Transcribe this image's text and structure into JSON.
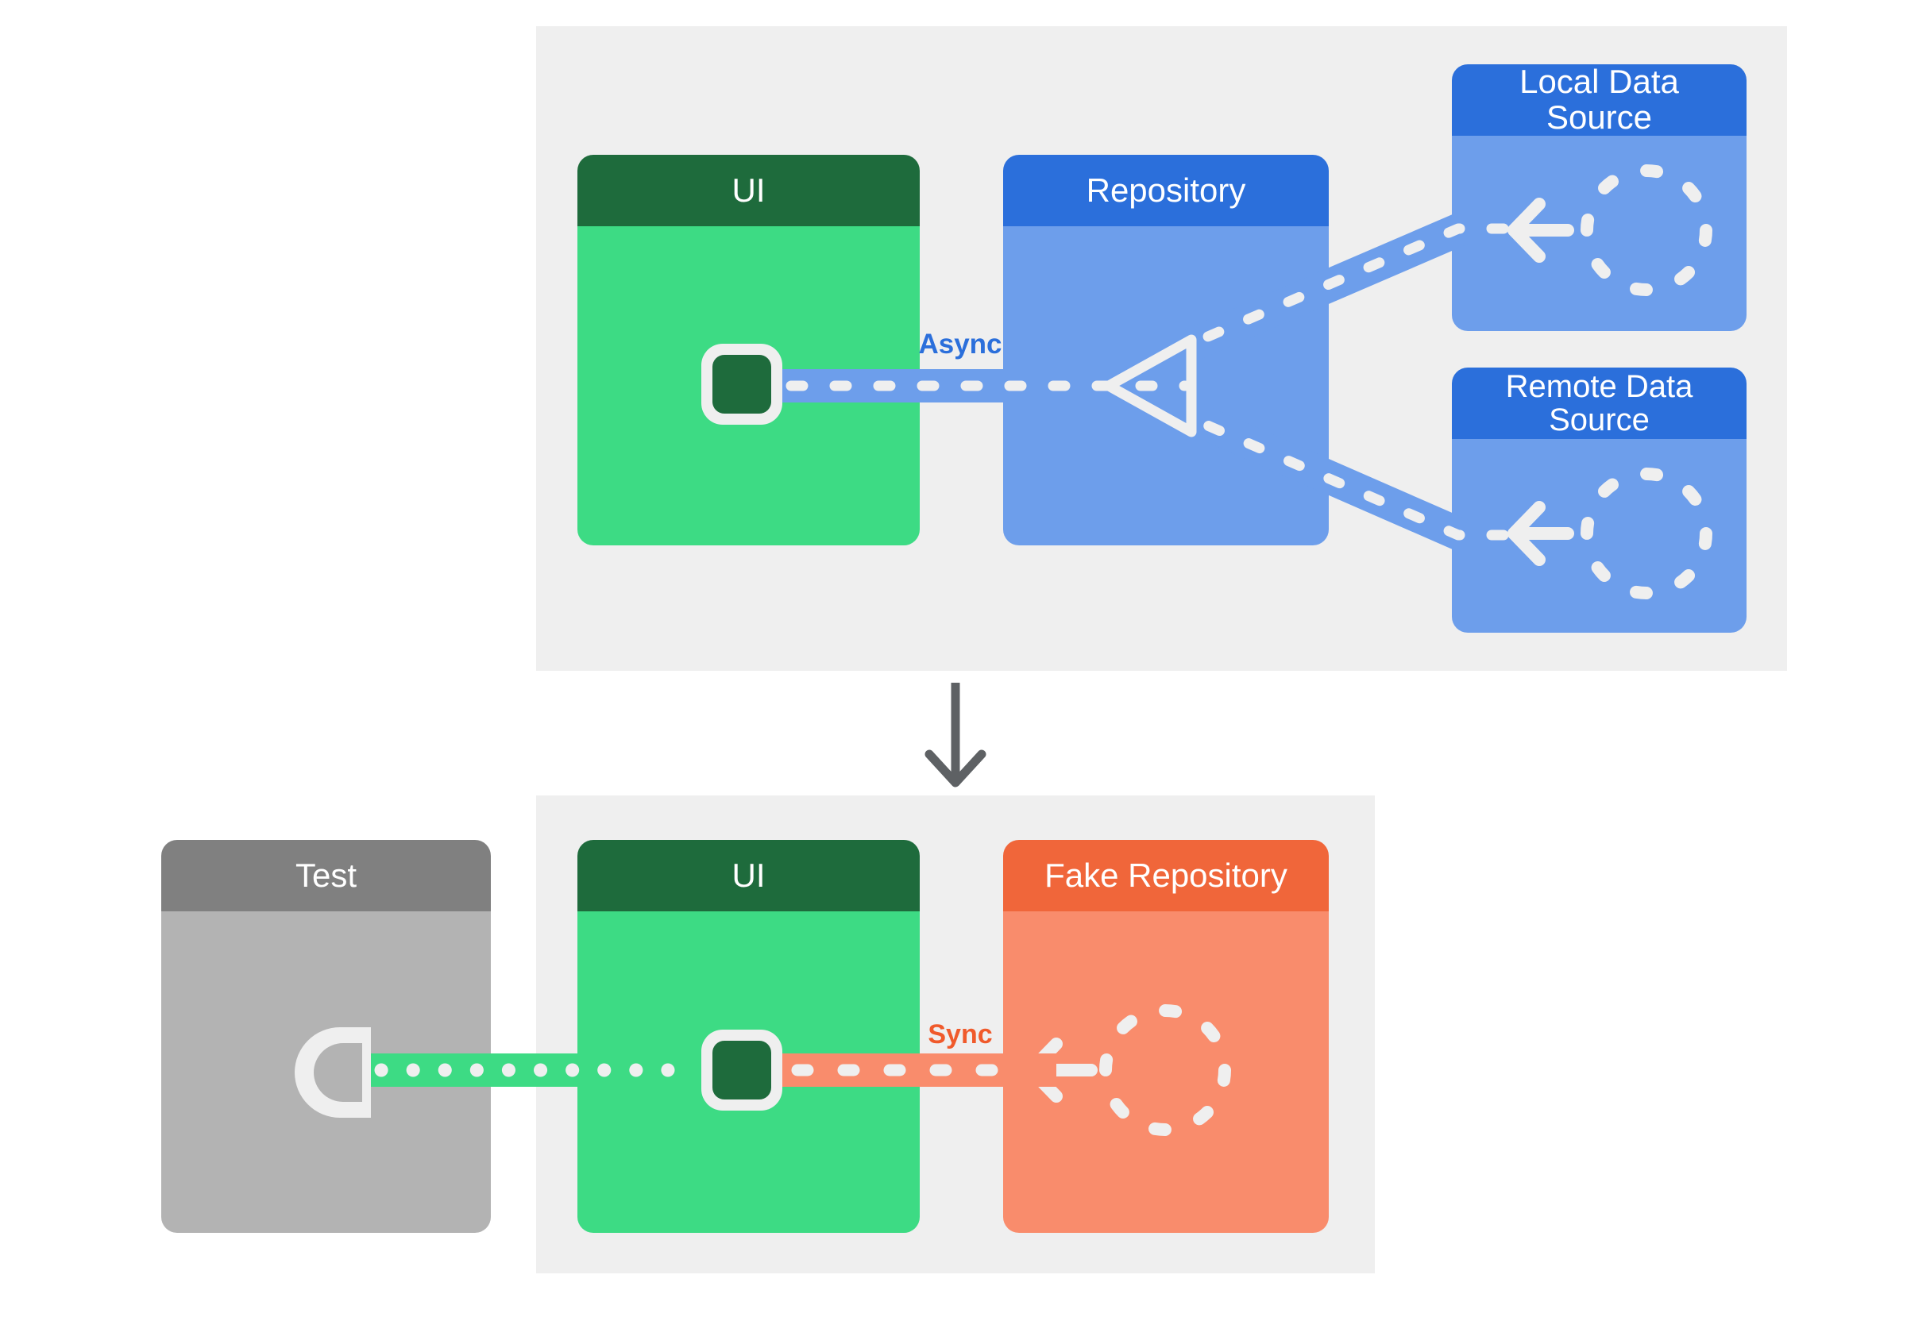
{
  "top_section": {
    "ui_box": {
      "title": "UI",
      "component_icon": "ui-component-chip-icon"
    },
    "repository_box": {
      "title": "Repository",
      "merge_icon": "merge-triangle-icon"
    },
    "local_data_source_box": {
      "title": "Local Data Source",
      "icon": "dashed-circle-icon",
      "flow_icon": "left-arrow-icon"
    },
    "remote_data_source_box": {
      "title": "Remote Data Source",
      "icon": "dashed-circle-icon",
      "flow_icon": "left-arrow-icon"
    },
    "flow_label": "Async"
  },
  "transition": {
    "icon": "down-arrow-icon"
  },
  "bottom_section": {
    "test_box": {
      "title": "Test",
      "icon": "socket-icon"
    },
    "ui_box": {
      "title": "UI",
      "component_icon": "ui-component-chip-icon"
    },
    "fake_repository_box": {
      "title": "Fake Repository",
      "icon": "dashed-circle-icon",
      "flow_icon": "left-arrow-icon"
    },
    "flow_label": "Sync"
  },
  "colors": {
    "page_background": "#FFFFFF",
    "panel_background": "#EFEFEF",
    "green_header": "#1E6B3C",
    "green_body": "#3DDB84",
    "blue_header": "#2B6FDB",
    "blue_body": "#6D9EEB",
    "orange_header": "#F0663A",
    "orange_body": "#F98C6C",
    "gray_header": "#808080",
    "gray_body": "#B3B3B3",
    "connector_stroke": "#EFEFEF",
    "async_label_color": "#2B6FDB",
    "sync_label_color": "#F05A2B",
    "transition_arrow_color": "#5E6164"
  }
}
